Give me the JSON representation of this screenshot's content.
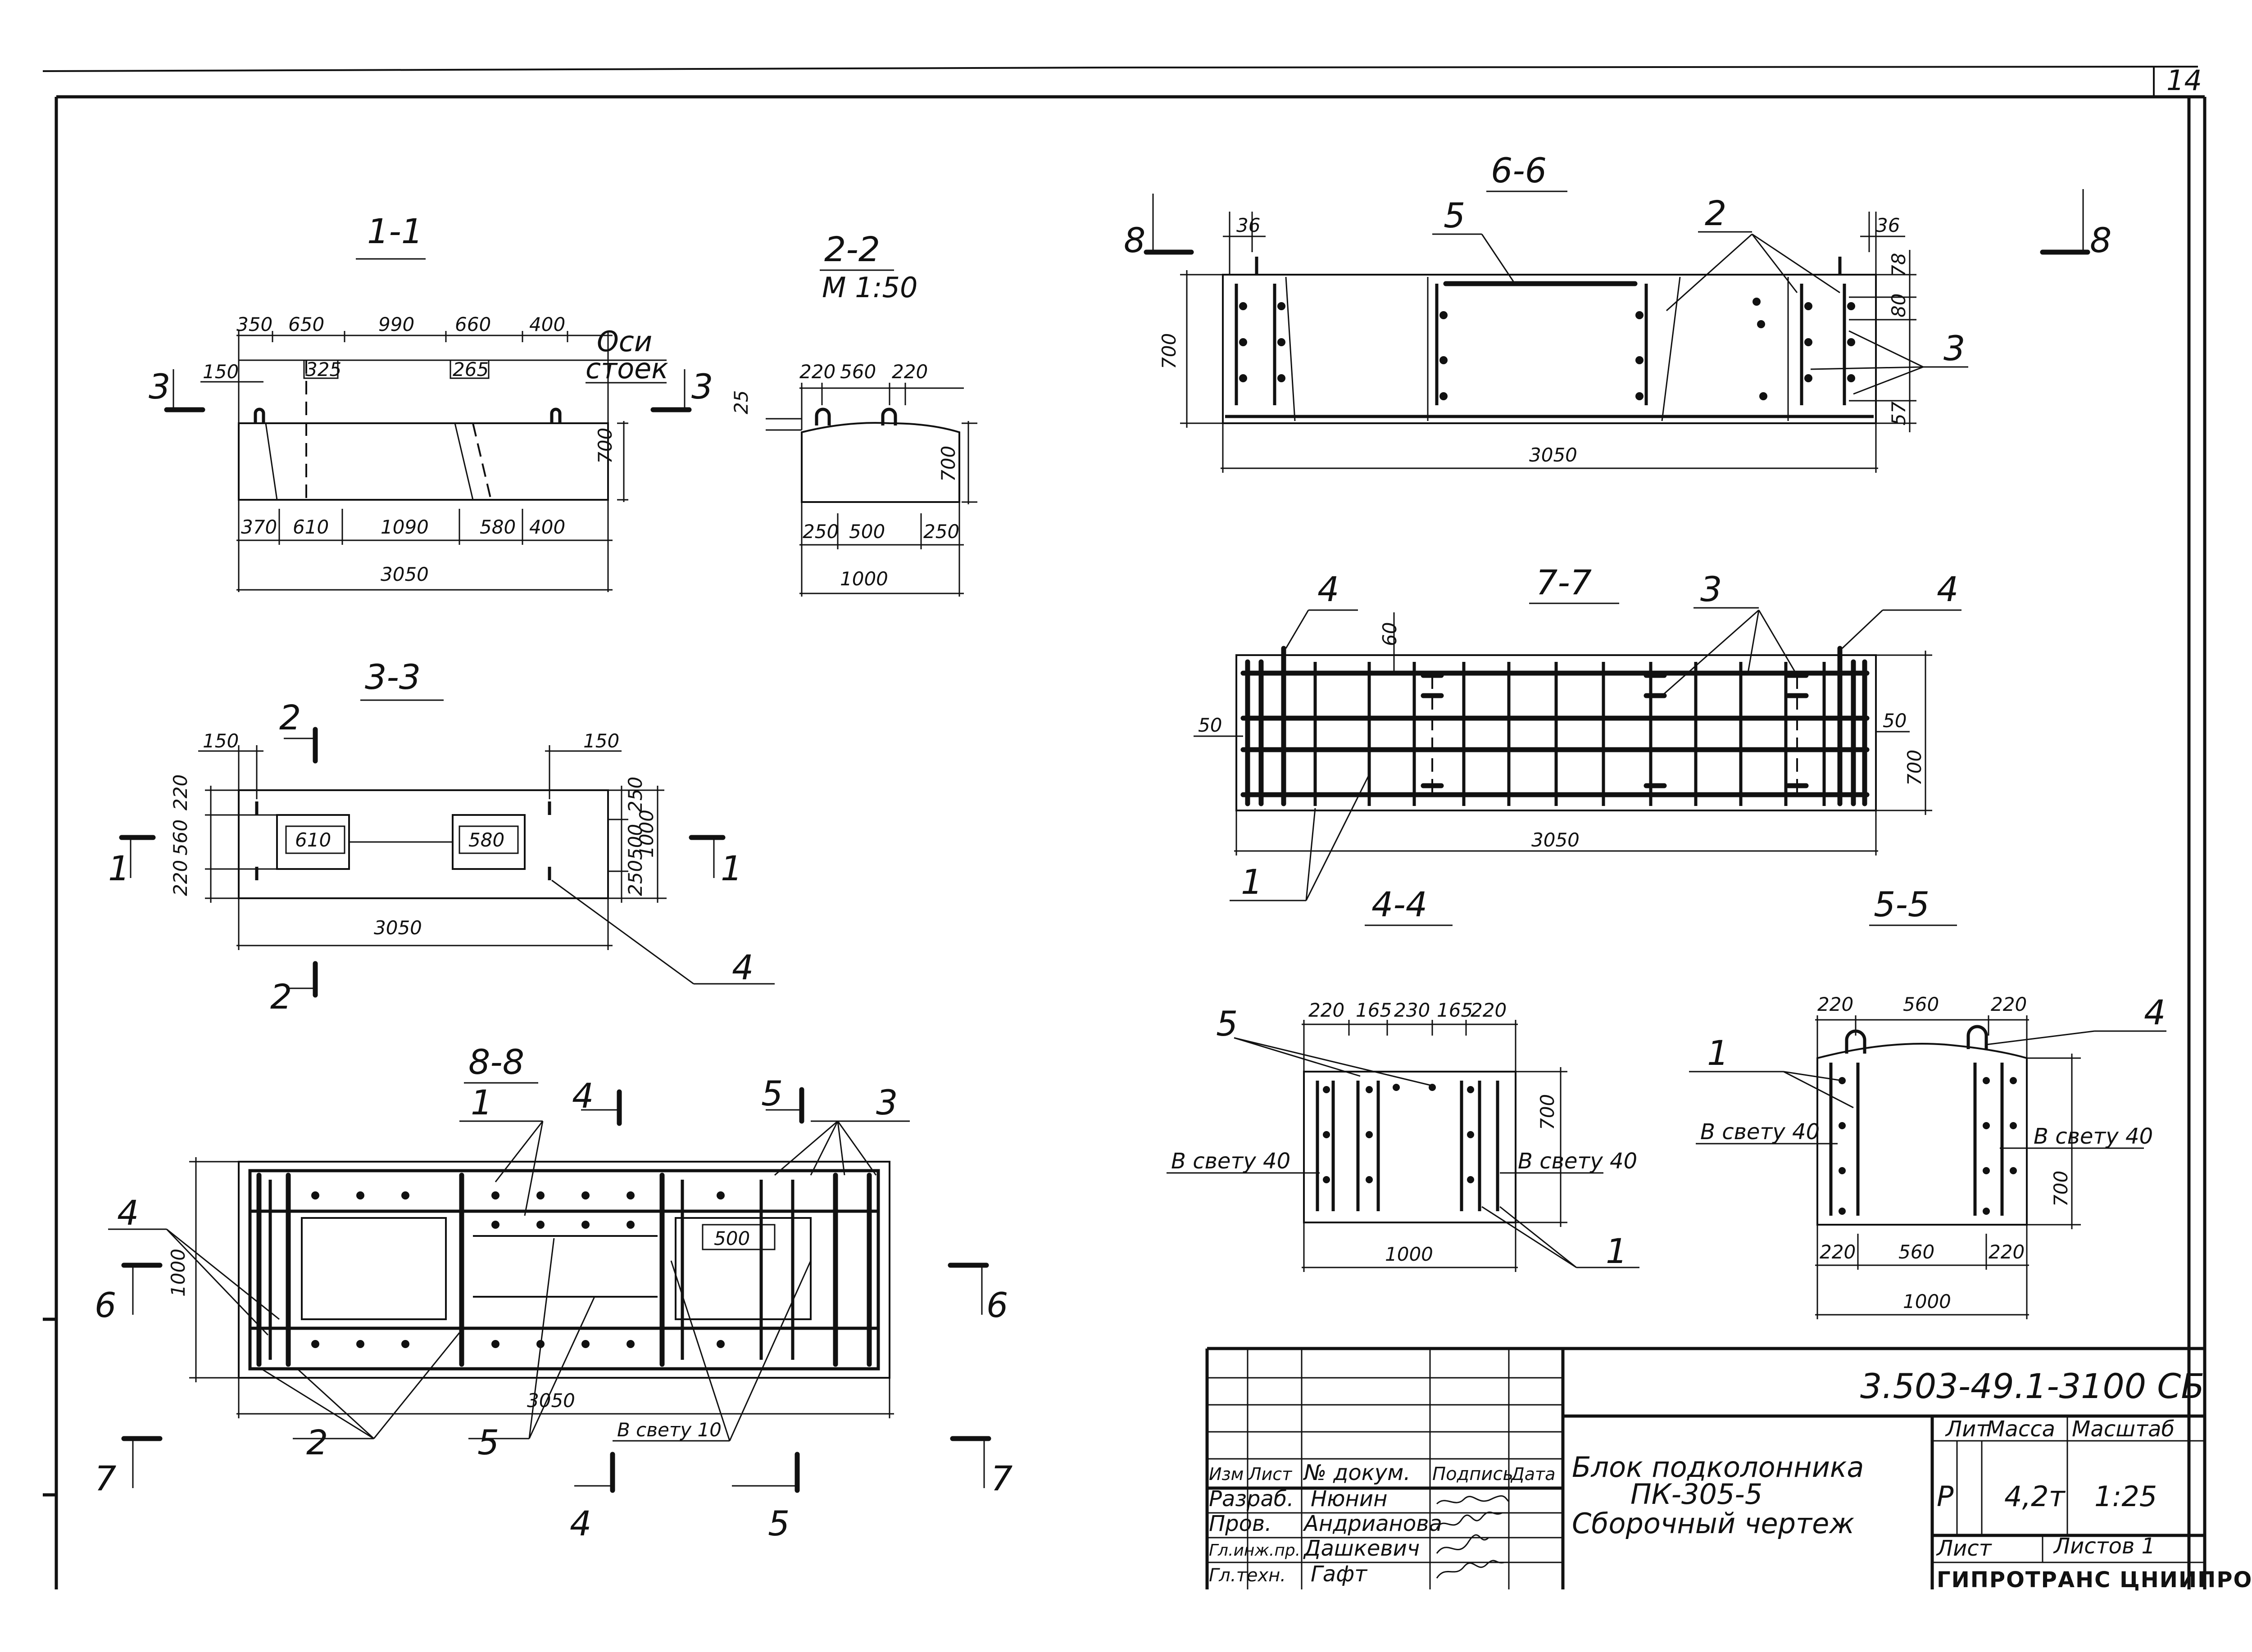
{
  "sheet": {
    "page_number": "14",
    "designation": "3.503-49.1-3100 СБ",
    "title_lines": [
      "Блок подколонника",
      "ПК-305-5",
      "Сборочный чертеж"
    ],
    "stage": "Р",
    "mass": "4,2т",
    "scale": "1:25",
    "sheet_label": "Лист",
    "sheets_label": "Листов 1",
    "headers": {
      "lit": "Лит",
      "mass": "Масса",
      "scale": "Масштаб"
    },
    "org": "ГИПРОТРАНС ЦНИИПРОЕКТ"
  },
  "stamp": {
    "columns": [
      "Изм",
      "Лист",
      "№ докум.",
      "Подпись",
      "Дата"
    ],
    "rows": [
      {
        "role": "Разраб.",
        "name": "Нюнин"
      },
      {
        "role": "Пров.",
        "name": "Андрианова"
      },
      {
        "role": "Гл.инж.пр.",
        "name": "Дашкевич"
      },
      {
        "role": "Гл.техн.",
        "name": "Гафт"
      }
    ]
  },
  "view_1_1": {
    "title": "1-1",
    "cut_mark": "3",
    "top_dims": [
      "350",
      "650",
      "990",
      "660",
      "400"
    ],
    "inner_dims": [
      "325",
      "265"
    ],
    "left_dim": "150",
    "axis_note": [
      "Оси",
      "стоек"
    ],
    "height": "700",
    "bottom_dims": [
      "370",
      "610",
      "1090",
      "580",
      "400"
    ],
    "total": "3050"
  },
  "view_2_2": {
    "title": "2-2",
    "scale": "М 1:50",
    "top_dims": [
      "220",
      "560",
      "220"
    ],
    "left_dim": "25",
    "height": "700",
    "bottom_dims": [
      "250",
      "500",
      "250"
    ],
    "total": "1000"
  },
  "view_3_3": {
    "title": "3-3",
    "top_left": "150",
    "top_right": "150",
    "left_dims": [
      "220",
      "560",
      "220"
    ],
    "right_dims": [
      "250",
      "500",
      "250"
    ],
    "height": "1000",
    "openings": [
      "610",
      "580"
    ],
    "total": "3050",
    "cut_marks": [
      "2",
      "1",
      "2",
      "1"
    ],
    "leader": "4"
  },
  "view_6_6": {
    "title": "6-6",
    "cut_mark": "8",
    "dims": [
      "36",
      "36",
      "78",
      "80",
      "57"
    ],
    "height": "700",
    "total": "3050",
    "labels": [
      "5",
      "2",
      "3"
    ]
  },
  "view_7_7": {
    "title": "7-7",
    "dims": [
      "60",
      "50",
      "50"
    ],
    "height": "700",
    "total": "3050",
    "labels": [
      "4",
      "3",
      "4",
      "1"
    ]
  },
  "view_4_4": {
    "title": "4-4",
    "top_dims": [
      "220",
      "165",
      "230",
      "165",
      "220"
    ],
    "label5": "5",
    "label1": "1",
    "height": "700",
    "clear_left": "В свету 40",
    "clear_right": "В свету 40",
    "total": "1000"
  },
  "view_5_5": {
    "title": "5-5",
    "top_dims": [
      "220",
      "560",
      "220"
    ],
    "label4": "4",
    "label1": "1",
    "clear_left": "В свету 40",
    "clear_right": "В свету 40",
    "height": "700",
    "bottom_dims": [
      "220",
      "560",
      "220"
    ],
    "total": "1000"
  },
  "view_8_8": {
    "title": "8-8",
    "labels": [
      "1",
      "4",
      "5",
      "3",
      "4",
      "2",
      "5"
    ],
    "opening_dim": "500",
    "height": "1000",
    "total": "3050",
    "clear": "В свету 10",
    "cut_marks": [
      "6",
      "6",
      "7",
      "7",
      "4",
      "5"
    ]
  }
}
